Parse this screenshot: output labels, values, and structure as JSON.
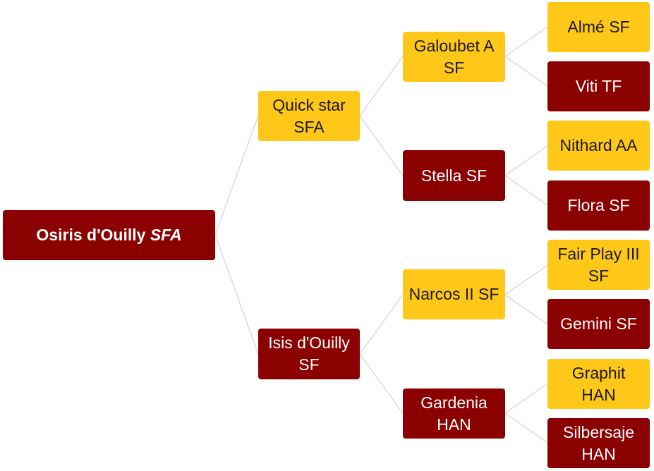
{
  "root": {
    "name": "Osiris d'Ouilly",
    "suffix": "SFA"
  },
  "generation1": [
    {
      "name": "Quick star\nSFA",
      "color": "#ffc718"
    },
    {
      "name": "Isis d'Ouilly\nSF",
      "color": "#8b0000"
    }
  ],
  "generation2": [
    {
      "name": "Galoubet A\nSF",
      "color": "#ffc718"
    },
    {
      "name": "Stella SF",
      "color": "#8b0000"
    },
    {
      "name": "Narcos II SF",
      "color": "#ffc718"
    },
    {
      "name": "Gardenia\nHAN",
      "color": "#8b0000"
    }
  ],
  "generation3": [
    {
      "name": "Almé SF",
      "color": "#ffc718"
    },
    {
      "name": "Viti TF",
      "color": "#8b0000"
    },
    {
      "name": "Nithard AA",
      "color": "#ffc718"
    },
    {
      "name": "Flora SF",
      "color": "#8b0000"
    },
    {
      "name": "Fair Play III\nSF",
      "color": "#ffc718"
    },
    {
      "name": "Gemini SF",
      "color": "#8b0000"
    },
    {
      "name": "Graphit\nHAN",
      "color": "#ffc718"
    },
    {
      "name": "Silbersaje\nHAN",
      "color": "#8b0000"
    }
  ],
  "colors": {
    "male": "#ffc718",
    "female": "#8b0000",
    "connector": "#d3d3d3"
  }
}
